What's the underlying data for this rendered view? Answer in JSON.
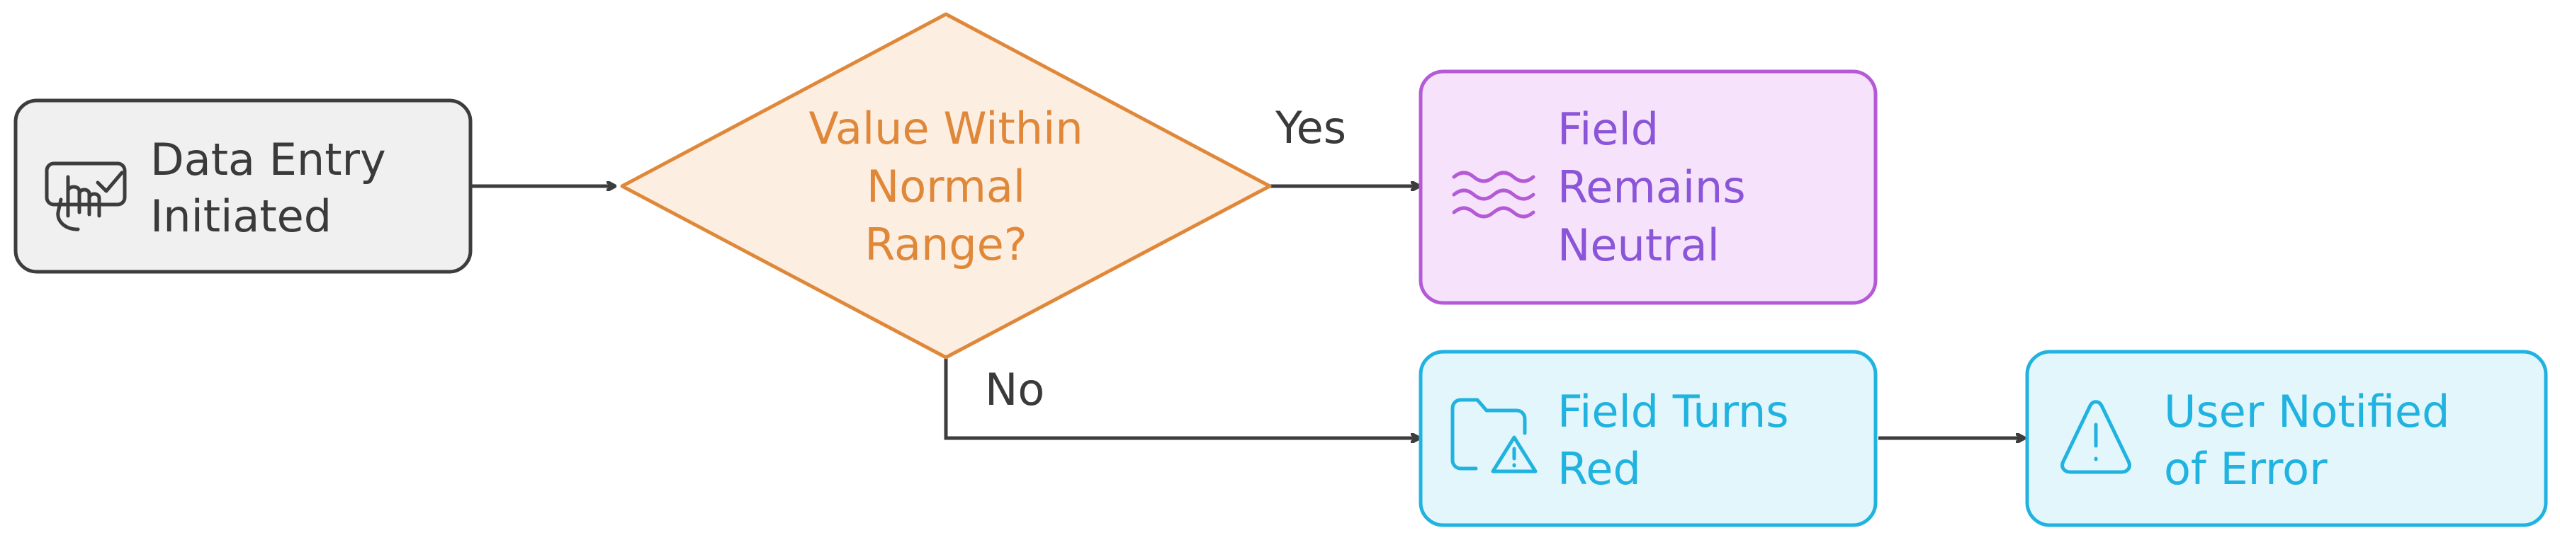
{
  "diagram": {
    "nodes": {
      "start": {
        "lines": [
          "Data Entry",
          "Initiated"
        ],
        "icon": "touch-screen-icon",
        "fill": "#f0f0f0",
        "stroke": "#3d3d3d",
        "text_color": "#3a3a3a"
      },
      "decision": {
        "lines": [
          "Value Within",
          "Normal",
          "Range?"
        ],
        "fill": "#fdeee2",
        "stroke": "#e0883a",
        "text_color": "#e0883a"
      },
      "neutral": {
        "lines": [
          "Field",
          "Remains",
          "Neutral"
        ],
        "icon": "waves-icon",
        "fill": "#f6e3fb",
        "stroke": "#b45ad6",
        "text_color": "#8a55d8"
      },
      "red": {
        "lines": [
          "Field Turns",
          "Red"
        ],
        "icon": "folder-warning-icon",
        "fill": "#e3f6fc",
        "stroke": "#21b3e0",
        "text_color": "#21b3e0"
      },
      "error": {
        "lines": [
          "User Notified",
          "of Error"
        ],
        "icon": "warning-triangle-icon",
        "fill": "#e3f6fc",
        "stroke": "#21b3e0",
        "text_color": "#21b3e0"
      }
    },
    "edges": {
      "yes_label": "Yes",
      "no_label": "No",
      "color": "#3d3d3d"
    }
  }
}
